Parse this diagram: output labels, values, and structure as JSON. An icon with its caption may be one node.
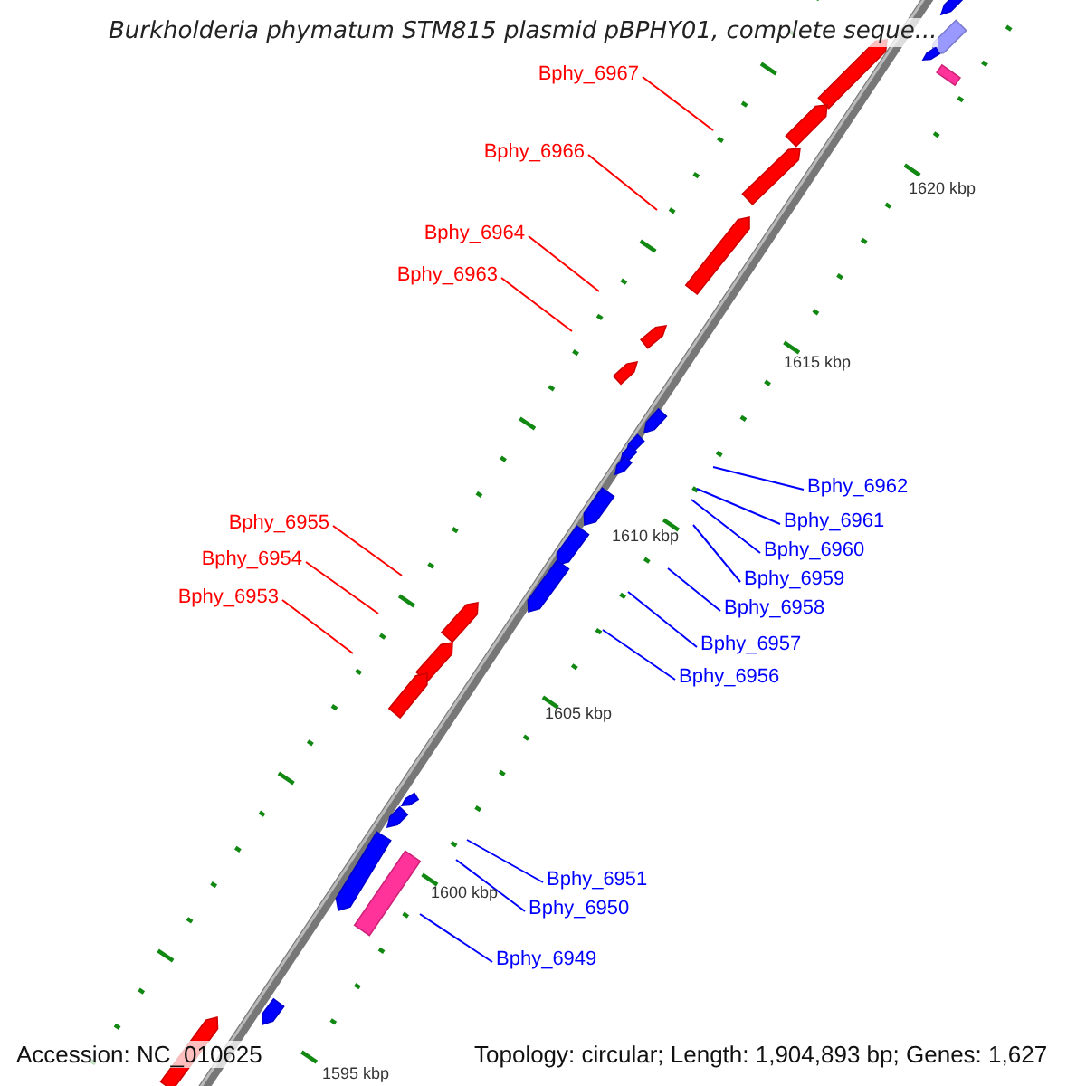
{
  "diagram": {
    "title": "Burkholderia phymatum STM815 plasmid pBPHY01, complete seque...",
    "nodes": [
      {
        "text": [
          "Bphy_6967"
        ]
      },
      {
        "text": [
          "Bphy_6966"
        ]
      },
      {
        "text": [
          "Bphy_6964"
        ]
      },
      {
        "text": [
          "Bphy_6963"
        ]
      },
      {
        "text": [
          "Bphy_6962"
        ]
      },
      {
        "text": [
          "Bphy_6961"
        ]
      },
      {
        "text": [
          "Bphy_6960"
        ]
      },
      {
        "text": [
          "Bphy_6959"
        ]
      },
      {
        "text": [
          "Bphy_6958"
        ]
      },
      {
        "text": [
          "Bphy_6957"
        ]
      },
      {
        "text": [
          "Bphy_6956"
        ]
      },
      {
        "text": [
          "Bphy_6955"
        ]
      },
      {
        "text": [
          "Bphy_6954"
        ]
      },
      {
        "text": [
          "Bphy_6953"
        ]
      },
      {
        "text": [
          "Bphy_6951"
        ]
      },
      {
        "text": [
          "Bphy_6950"
        ]
      },
      {
        "text": [
          "Bphy_6949"
        ]
      }
    ],
    "edges": [
      {
        "from": 0,
        "to": null,
        "arrow": "none",
        "color": "#ff0000"
      },
      {
        "from": 1,
        "to": null,
        "arrow": "none",
        "color": "#ff0000"
      },
      {
        "from": 2,
        "to": null,
        "arrow": "none",
        "color": "#ff0000"
      },
      {
        "from": 3,
        "to": null,
        "arrow": "none",
        "color": "#ff0000"
      },
      {
        "from": 4,
        "to": null,
        "arrow": "none"
      },
      {
        "from": 5,
        "to": null,
        "arrow": "none"
      },
      {
        "from": 6,
        "to": null,
        "arrow": "none"
      },
      {
        "from": 7,
        "to": null,
        "arrow": "none"
      },
      {
        "from": 8,
        "to": null,
        "arrow": "none"
      },
      {
        "from": 9,
        "to": null,
        "arrow": "none"
      },
      {
        "from": 10,
        "to": null,
        "arrow": "none"
      },
      {
        "from": 11,
        "to": null,
        "arrow": "none",
        "color": "#ff0000"
      },
      {
        "from": 12,
        "to": null,
        "arrow": "none",
        "color": "#ff0000"
      },
      {
        "from": 13,
        "to": null,
        "arrow": "none",
        "color": "#ff0000"
      },
      {
        "from": 14,
        "to": null,
        "arrow": "none"
      },
      {
        "from": 15,
        "to": null,
        "arrow": "none"
      },
      {
        "from": 16,
        "to": null,
        "arrow": "none"
      }
    ],
    "labels": [
      "1620 kbp",
      "1615 kbp",
      "1610 kbp",
      "1605 kbp",
      "1600 kbp",
      "1595 kbp",
      "Accession: NC_010625",
      "Topology: circular; Length: 1,904,893 bp; Genes: 1,627"
    ]
  }
}
